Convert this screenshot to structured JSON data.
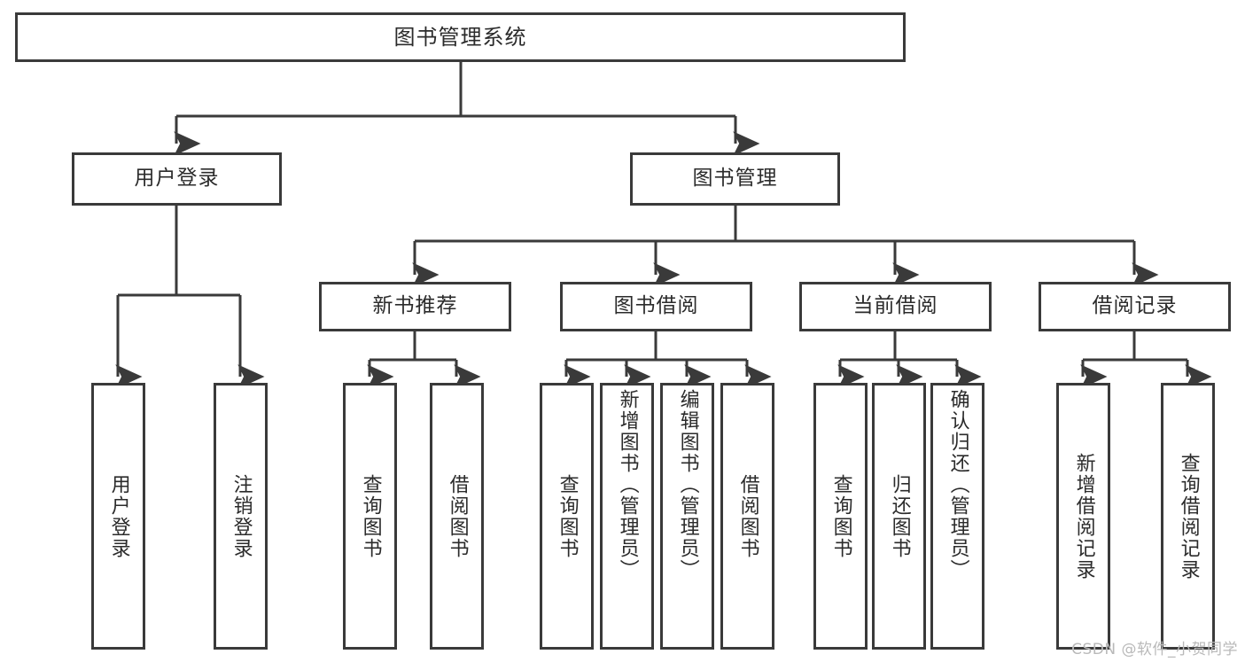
{
  "diagram": {
    "type": "tree-hierarchy-chart",
    "title": "图书管理系统",
    "watermark": "CSDN @软件_小贺同学",
    "colors": {
      "border": "#3a3a3a",
      "background": "#ffffff",
      "text": "#2b2b2b",
      "watermark": "#b9b9b9"
    },
    "nodes": {
      "root": {
        "label": "图书管理系统"
      },
      "level1": [
        {
          "label": "用户登录"
        },
        {
          "label": "图书管理"
        }
      ],
      "level2": [
        {
          "label": "新书推荐"
        },
        {
          "label": "图书借阅"
        },
        {
          "label": "当前借阅"
        },
        {
          "label": "借阅记录"
        }
      ],
      "leaves": {
        "user_login": [
          {
            "label": "用户登录"
          },
          {
            "label": "注销登录"
          }
        ],
        "new_book_recommend": [
          {
            "label": "查询图书"
          },
          {
            "label": "借阅图书"
          }
        ],
        "book_borrow": [
          {
            "label": "查询图书"
          },
          {
            "label": "新增图书（管理员）"
          },
          {
            "label": "编辑图书（管理员）"
          },
          {
            "label": "借阅图书"
          }
        ],
        "current_borrow": [
          {
            "label": "查询图书"
          },
          {
            "label": "归还图书"
          },
          {
            "label": "确认归还（管理员）"
          }
        ],
        "borrow_record": [
          {
            "label": "新增借阅记录"
          },
          {
            "label": "查询借阅记录"
          }
        ]
      }
    }
  }
}
